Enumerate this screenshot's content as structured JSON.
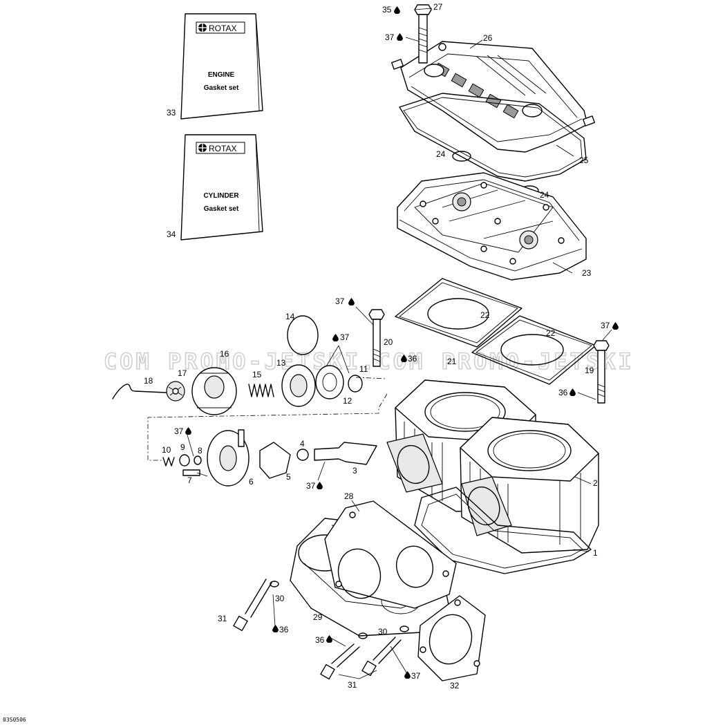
{
  "diagram": {
    "drawing_code": "03S0506",
    "watermark": "COM PROMO-JETSKI.COM PROMO-JETSKI",
    "kits": [
      {
        "part": "33",
        "brand": "ROTAX",
        "line1": "ENGINE",
        "line2": "Gasket set"
      },
      {
        "part": "34",
        "brand": "ROTAX",
        "line1": "CYLINDER",
        "line2": "Gasket set"
      }
    ],
    "labels": {
      "p1": "1",
      "p2": "2",
      "p3": "3",
      "p4": "4",
      "p5": "5",
      "p6": "6",
      "p7": "7",
      "p8": "8",
      "p9": "9",
      "p10": "10",
      "p11": "11",
      "p12": "12",
      "p13": "13",
      "p14": "14",
      "p15": "15",
      "p16": "16",
      "p17": "17",
      "p18": "18",
      "p19": "19",
      "p20": "20",
      "p21": "21",
      "p22a": "22",
      "p22b": "22",
      "p23": "23",
      "p24a": "24",
      "p24b": "24",
      "p25": "25",
      "p26": "26",
      "p27": "27",
      "p28": "28",
      "p29": "29",
      "p30a": "30",
      "p30b": "30",
      "p31a": "31",
      "p31b": "31",
      "p32": "32",
      "s35": "35",
      "s37a": "37",
      "s37b": "37",
      "s37c": "37",
      "s37d": "37",
      "s37e": "37",
      "s37f": "37",
      "s37g": "37",
      "s36a": "36",
      "s36b": "36",
      "s36c": "36",
      "s36d": "36"
    }
  }
}
